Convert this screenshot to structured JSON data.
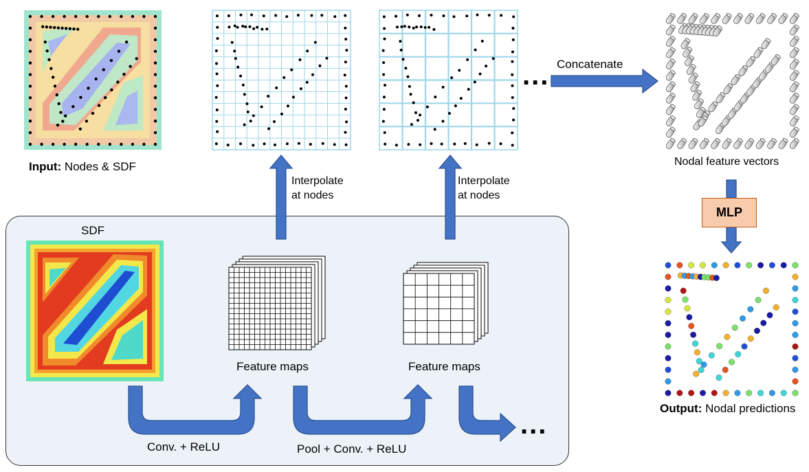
{
  "input": {
    "label_bold": "Input:",
    "label_text": " Nodes & SDF"
  },
  "panel": {
    "sdf_label": "SDF"
  },
  "feature_maps": {
    "label_1": "Feature maps",
    "label_2": "Feature maps"
  },
  "interp": {
    "line1": "Interpolate",
    "line2": "at nodes"
  },
  "ops": {
    "conv": "Conv. + ReLU",
    "pool": "Pool + Conv. + ReLU"
  },
  "concat": {
    "label": "Concatenate"
  },
  "nodal": {
    "label": "Nodal feature vectors"
  },
  "mlp": {
    "label": "MLP"
  },
  "output": {
    "label_bold": "Output:",
    "label_text": " Nodal predictions"
  },
  "ellipsis": "...",
  "colors": {
    "arrow": "#4472c4",
    "arrow_edge": "#2f5597",
    "grid": "#9ed6ea",
    "panel_bg": "#edf2f8",
    "mlp_fill": "#f8cbad"
  }
}
